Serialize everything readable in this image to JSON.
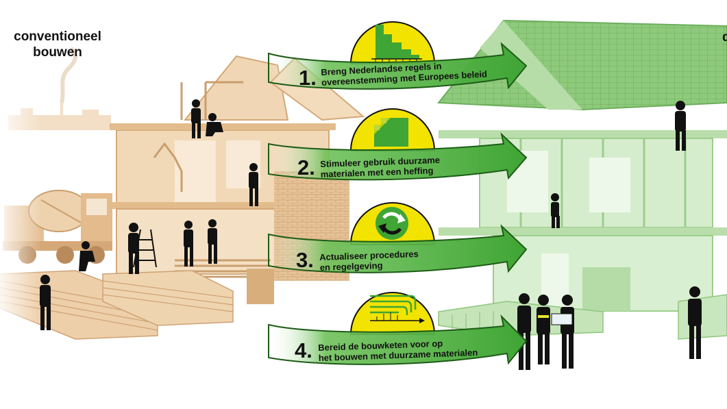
{
  "title_left": {
    "line1": "conventioneel",
    "line2": "bouwen"
  },
  "title_right": "d",
  "colors": {
    "conventional": "#e9c79c",
    "circular": "#a8d49b",
    "arrow": "#3fa535",
    "badge": "#f2e300",
    "worker": "#111111"
  },
  "steps": [
    {
      "number": "1.",
      "line1": "Breng Nederlandse regels in",
      "line2": "overeenstemming met Europees beleid",
      "icon": "descending-steps-chart-icon"
    },
    {
      "number": "2.",
      "line1": "Stimuleer gebruik duurzame",
      "line2": "materialen met een heffing",
      "icon": "gradient-square-icon"
    },
    {
      "number": "3.",
      "line1": "Actualiseer procedures",
      "line2": "en regelgeving",
      "icon": "recycle-arrows-icon"
    },
    {
      "number": "4.",
      "line1": "Bereid de bouwketen voor op",
      "line2": "het bouwen met duurzame materialen",
      "icon": "converging-lines-chart-icon"
    }
  ]
}
